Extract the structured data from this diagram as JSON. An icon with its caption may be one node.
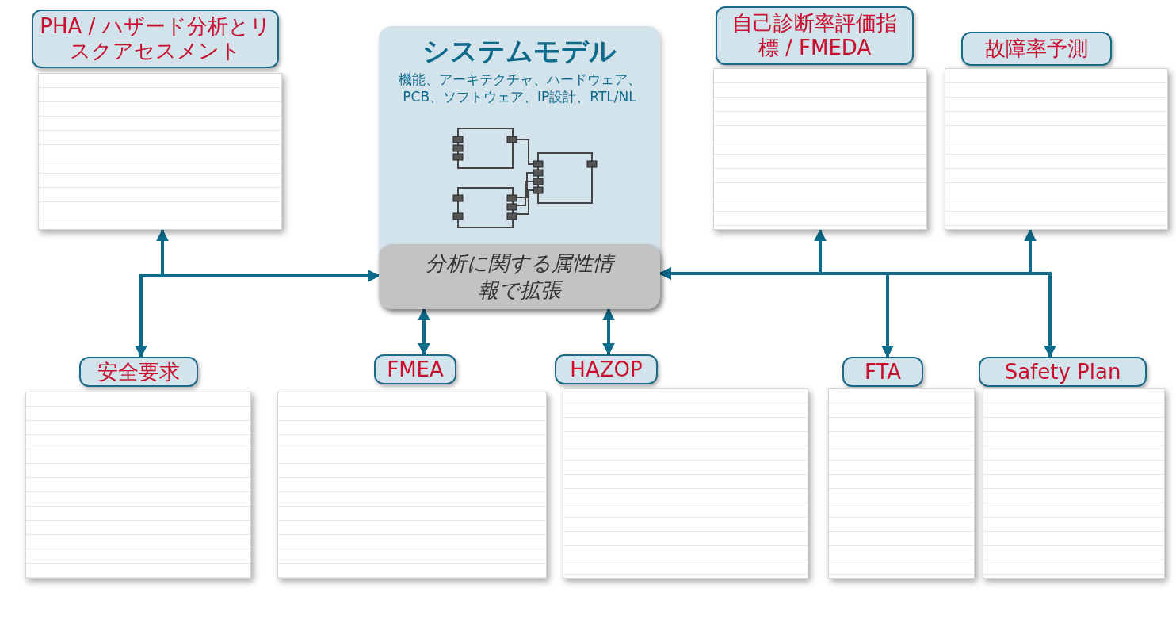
{
  "diagram": {
    "nodes": [
      {
        "text": [
          "PHA / ハザード分析とリスクアセスメント"
        ]
      },
      {
        "text": [],
        "shape": "box"
      },
      {
        "text": [
          "システムモデル",
          "機能、アーキテクチャ、ハードウェア、PCB、ソフトウェア、IP設計、RTL/NL"
        ]
      },
      {
        "text": [
          "分析に関する属性情報で拡張"
        ],
        "in": 2
      },
      {
        "text": [
          "自己診断率評価指標 / FMEDA"
        ]
      },
      {
        "text": [],
        "shape": "box"
      },
      {
        "text": [
          "故障率予測"
        ]
      },
      {
        "text": [],
        "shape": "box"
      },
      {
        "text": [
          "安全要求"
        ]
      },
      {
        "text": [],
        "shape": "box"
      },
      {
        "text": [
          "FMEA"
        ]
      },
      {
        "text": [],
        "shape": "box"
      },
      {
        "text": [
          "HAZOP"
        ]
      },
      {
        "text": [],
        "shape": "box"
      },
      {
        "text": [
          "FTA"
        ]
      },
      {
        "text": [],
        "shape": "box"
      },
      {
        "text": [
          "Safety Plan"
        ]
      },
      {
        "text": [],
        "shape": "box"
      }
    ],
    "edges": [
      {
        "from": 3,
        "to": 1,
        "arrow": "both"
      },
      {
        "from": 3,
        "to": 8,
        "arrow": "both"
      },
      {
        "from": 3,
        "to": 10,
        "arrow": "both"
      },
      {
        "from": 3,
        "to": 12,
        "arrow": "both"
      },
      {
        "from": 3,
        "to": 5,
        "arrow": "both"
      },
      {
        "from": 3,
        "to": 7,
        "arrow": "both"
      },
      {
        "from": 3,
        "to": 14,
        "arrow": "both"
      },
      {
        "from": 3,
        "to": 16,
        "arrow": "both"
      }
    ]
  }
}
